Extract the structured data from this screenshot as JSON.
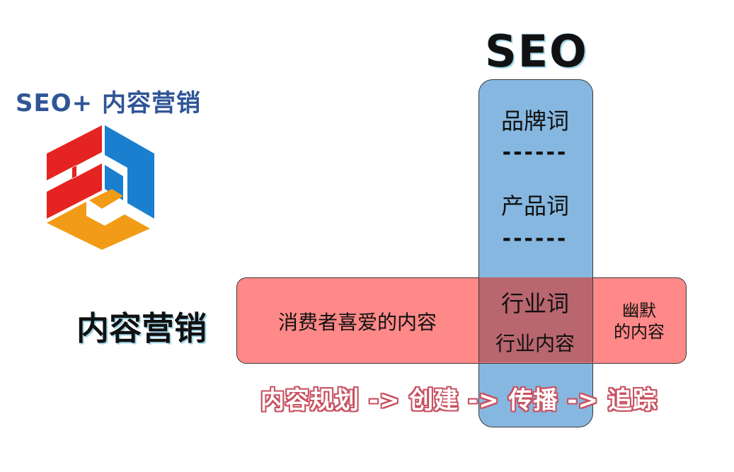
{
  "title": "SEO+ 内容营销",
  "seo_label": "SEO",
  "left_label": "内容营销",
  "seo_column": {
    "item1": "品牌词",
    "divider1": "------",
    "item2": "产品词",
    "divider2": "------",
    "item3": "行业词",
    "item4": "行业内容"
  },
  "content_row": {
    "left_text": "消费者喜爱的内容",
    "right_line1": "幽默",
    "right_line2": "的内容"
  },
  "flow_text": "内容规划 -> 创建 -> 传播 -> 追踪",
  "colors": {
    "title": "#2f5597",
    "seo_bar": "#86b7e0",
    "content_bar": "#ff6e6e",
    "overlap": "#b9666f",
    "logo_red": "#e52421",
    "logo_blue": "#1a7fcf",
    "logo_orange": "#f29b16"
  }
}
